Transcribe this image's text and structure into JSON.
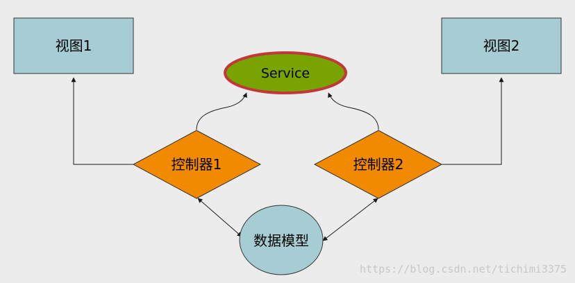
{
  "nodes": {
    "view1": {
      "label": "视图1"
    },
    "view2": {
      "label": "视图2"
    },
    "service": {
      "label": "Service"
    },
    "controller1": {
      "label": "控制器1"
    },
    "controller2": {
      "label": "控制器2"
    },
    "model": {
      "label": "数据模型"
    }
  },
  "watermark": "https://blog.csdn.net/tichimi3375",
  "colors": {
    "background": "#ececec",
    "view_fill": "#a6cdd3",
    "service_fill": "#78a300",
    "service_border": "#c1373a",
    "controller_fill": "#f28a00",
    "model_fill": "#a6cdd3",
    "stroke": "#333333",
    "watermark": "#c7c7c7"
  }
}
